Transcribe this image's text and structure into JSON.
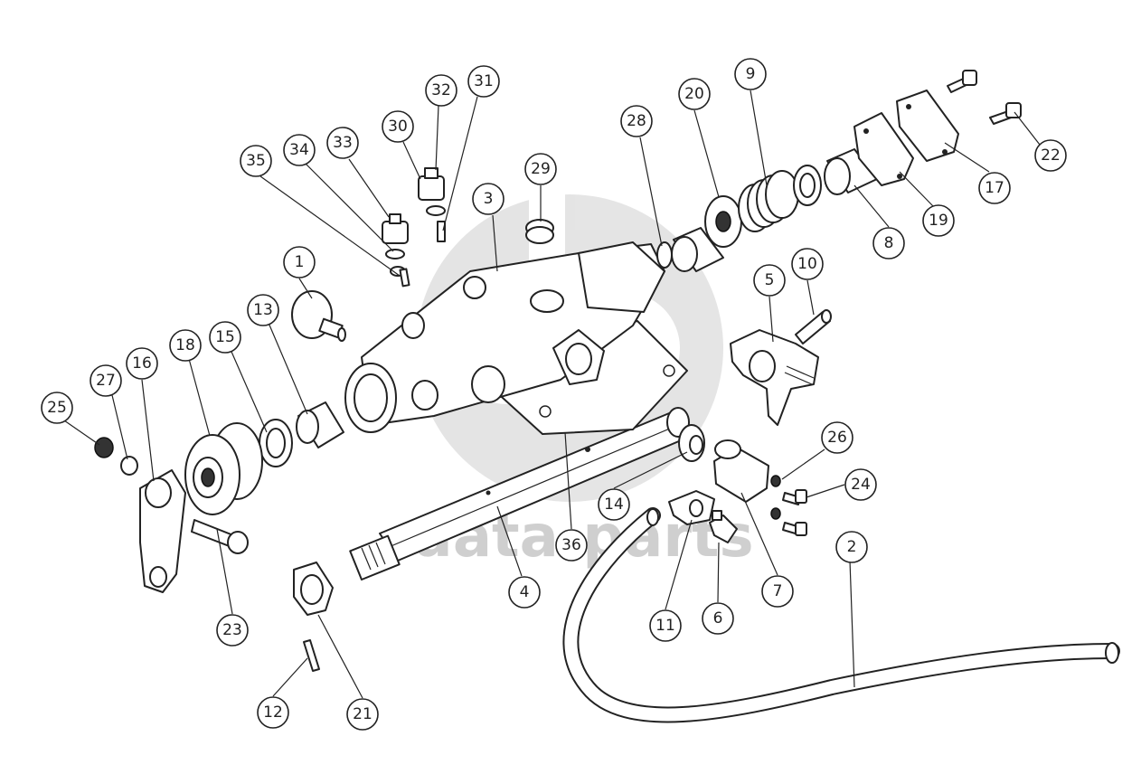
{
  "watermark": {
    "text": "data-parts",
    "color": "#c8c8c8"
  },
  "callouts": [
    "1",
    "2",
    "3",
    "4",
    "5",
    "6",
    "7",
    "8",
    "9",
    "10",
    "11",
    "12",
    "13",
    "14",
    "15",
    "16",
    "17",
    "18",
    "19",
    "20",
    "21",
    "22",
    "23",
    "24",
    "25",
    "26",
    "27",
    "28",
    "29",
    "30",
    "31",
    "32",
    "33",
    "34",
    "35",
    "36"
  ],
  "colors": {
    "line": "#222222",
    "background": "#ffffff"
  }
}
